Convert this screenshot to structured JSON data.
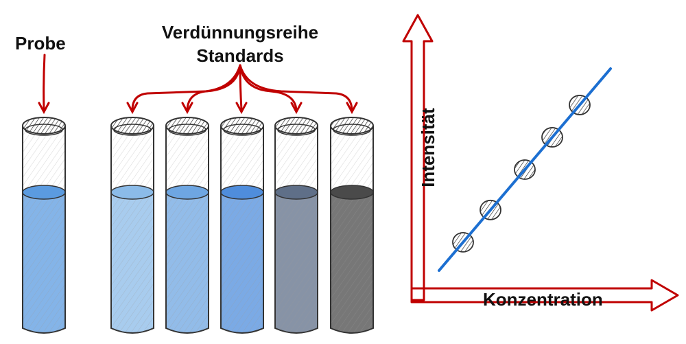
{
  "labels": {
    "probe": "Probe",
    "series_line1": "Verdünnungsreihe",
    "series_line2": "Standards",
    "y_axis": "Intensität",
    "x_axis": "Konzentration"
  },
  "tubes": {
    "probe_fill": "#5b9be0",
    "standard_fills": [
      "#8bbbe8",
      "#6ea6e2",
      "#4f8ddc",
      "#5f6f88",
      "#4a4a4a"
    ]
  },
  "calibration_points": [
    1,
    2,
    3,
    4,
    5
  ],
  "colors": {
    "arrow": "#c00000",
    "fit_line": "#1c6fd1",
    "outline": "#333333",
    "point": "#777777"
  }
}
